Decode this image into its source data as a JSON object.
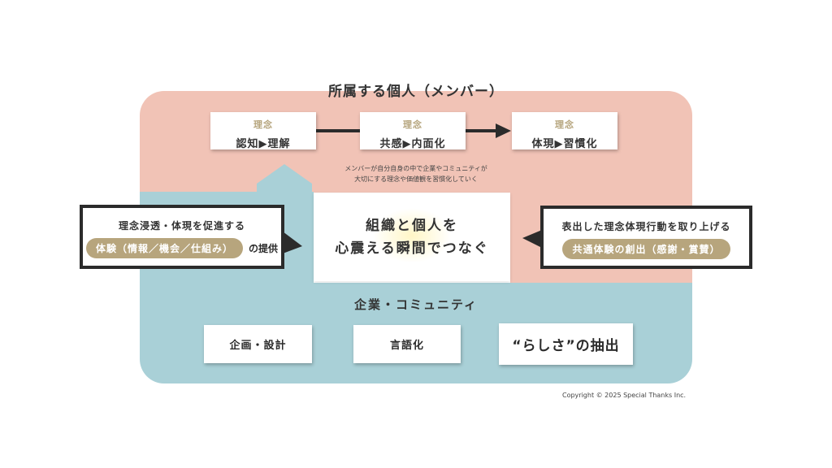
{
  "top_region": {
    "label": "所属する個人（メンバー）"
  },
  "bottom_region": {
    "label": "企業・コミュニティ"
  },
  "top_cards": [
    {
      "sub": "理念",
      "main": "認知▶理解"
    },
    {
      "sub": "理念",
      "main": "共感▶内面化"
    },
    {
      "sub": "理念",
      "main": "体現▶習慣化"
    }
  ],
  "note": {
    "line1": "メンバーが自分自身の中で企業やコミュニティが",
    "line2": "大切にする理念や価値観を習慣化していく"
  },
  "center": {
    "line1": "組織と個人を",
    "line2": "心震える瞬間でつなぐ"
  },
  "left_callout": {
    "heading": "理念浸透・体現を促進する",
    "pill": "体験（情報／機会／仕組み）",
    "suffix": "の提供"
  },
  "right_callout": {
    "heading": "表出した理念体現行動を取り上げる",
    "pill": "共通体験の創出（感謝・賞賛）"
  },
  "bottom_cards": [
    {
      "label": "企画・設計"
    },
    {
      "label": "言語化"
    },
    {
      "label": "“らしさ”の抽出"
    }
  ],
  "copyright": "Copyright © 2025 Special Thanks Inc.",
  "colors": {
    "top_region": "#f1c3b6",
    "bottom_region": "#a9d0d7",
    "accent_gold": "#b7a57d",
    "dark": "#2b2b2b"
  }
}
